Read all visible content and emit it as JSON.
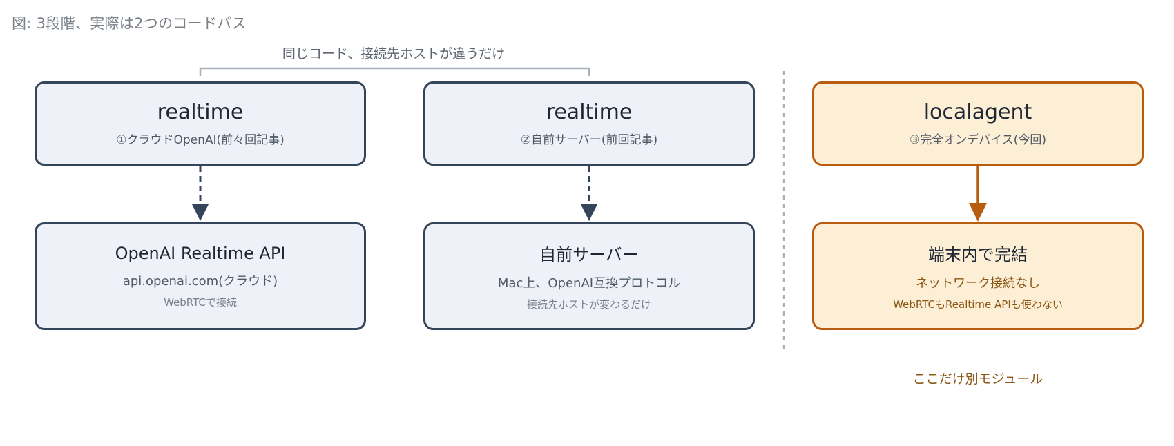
{
  "caption": "図: 3段階、実際は2つのコードパス",
  "bracket_label": "同じコード、接続先ホストが違うだけ",
  "columns": [
    {
      "top": {
        "title": "realtime",
        "subtitle": "①クラウドOpenAI(前々回記事)"
      },
      "bottom": {
        "title": "OpenAI Realtime API",
        "subtitle": "api.openai.com(クラウド)",
        "note": "WebRTCで接続"
      }
    },
    {
      "top": {
        "title": "realtime",
        "subtitle": "②自前サーバー(前回記事)"
      },
      "bottom": {
        "title": "自前サーバー",
        "subtitle": "Mac上、OpenAI互換プロトコル",
        "note": "接続先ホストが変わるだけ"
      }
    },
    {
      "top": {
        "title": "localagent",
        "subtitle": "③完全オンデバイス(今回)"
      },
      "bottom": {
        "title": "端末内で完結",
        "subtitle": "ネットワーク接続なし",
        "note": "WebRTCもRealtime APIも使わない"
      }
    }
  ],
  "module_label": "ここだけ別モジュール",
  "colors": {
    "navy": "#34445a",
    "navy_fill": "#eef2f8",
    "orange": "#b85c10",
    "orange_fill": "#fdefd6",
    "bracket": "#a9b1ba",
    "divider": "#a9b1ba"
  }
}
